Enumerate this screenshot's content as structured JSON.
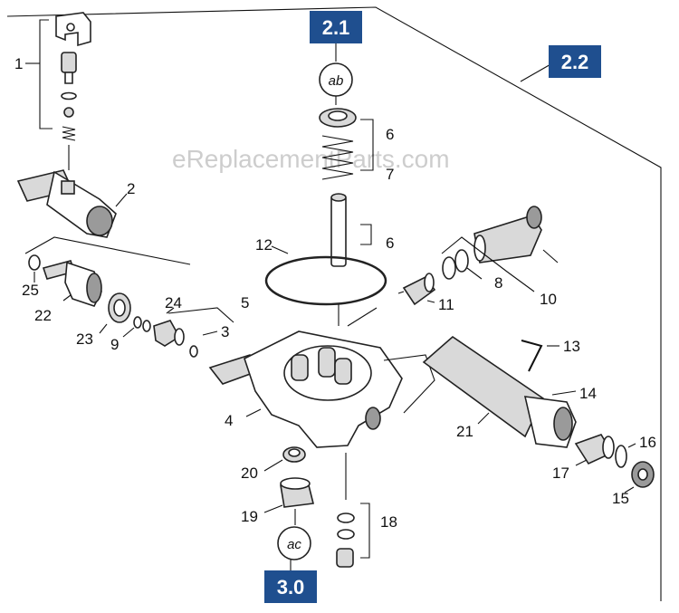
{
  "watermark": "eReplacementParts.com",
  "sections": {
    "s21": "2.1",
    "s22": "2.2",
    "s30": "3.0"
  },
  "bubbles": {
    "ab": "ab",
    "ac": "ac"
  },
  "callouts": {
    "c1": "1",
    "c2": "2",
    "c3": "3",
    "c4": "4",
    "c5": "5",
    "c6a": "6",
    "c6b": "6",
    "c7": "7",
    "c8": "8",
    "c9": "9",
    "c10": "10",
    "c11": "11",
    "c12": "12",
    "c13": "13",
    "c14": "14",
    "c15": "15",
    "c16": "16",
    "c17": "17",
    "c18": "18",
    "c19": "19",
    "c20": "20",
    "c21": "21",
    "c22": "22",
    "c23": "23",
    "c24": "24",
    "c25": "25"
  },
  "colors": {
    "section_badge": "#1f4f8f"
  }
}
